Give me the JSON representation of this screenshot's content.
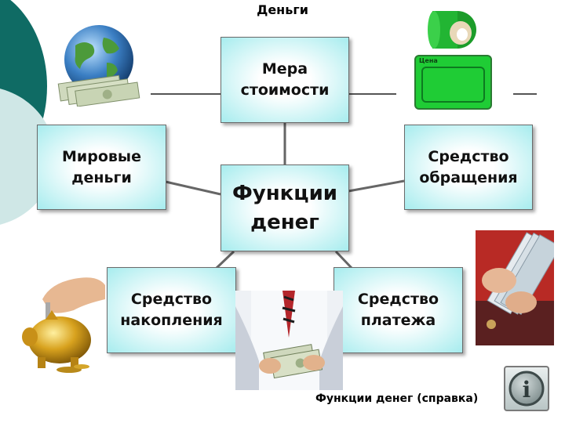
{
  "title": "Деньги",
  "caption": "Функции денег (справка)",
  "nodes": {
    "center": "Функции\nденег",
    "top": "Мера\nстоимости",
    "left": "Мировые\nденьги",
    "right": "Средство\nобращения",
    "bottom_left": "Средство\nнакопления",
    "bottom_right": "Средство\nплатежа"
  },
  "price_tag_label": "Цена",
  "info_button_glyph": "i",
  "images": {
    "globe": "globe-with-money",
    "label_roll": "green-label-roll",
    "price_tag": "green-price-tag",
    "piggy_bank": "gold-piggy-bank",
    "businessman": "businessman-holding-cash",
    "cash_hands": "hands-counting-banknotes"
  }
}
